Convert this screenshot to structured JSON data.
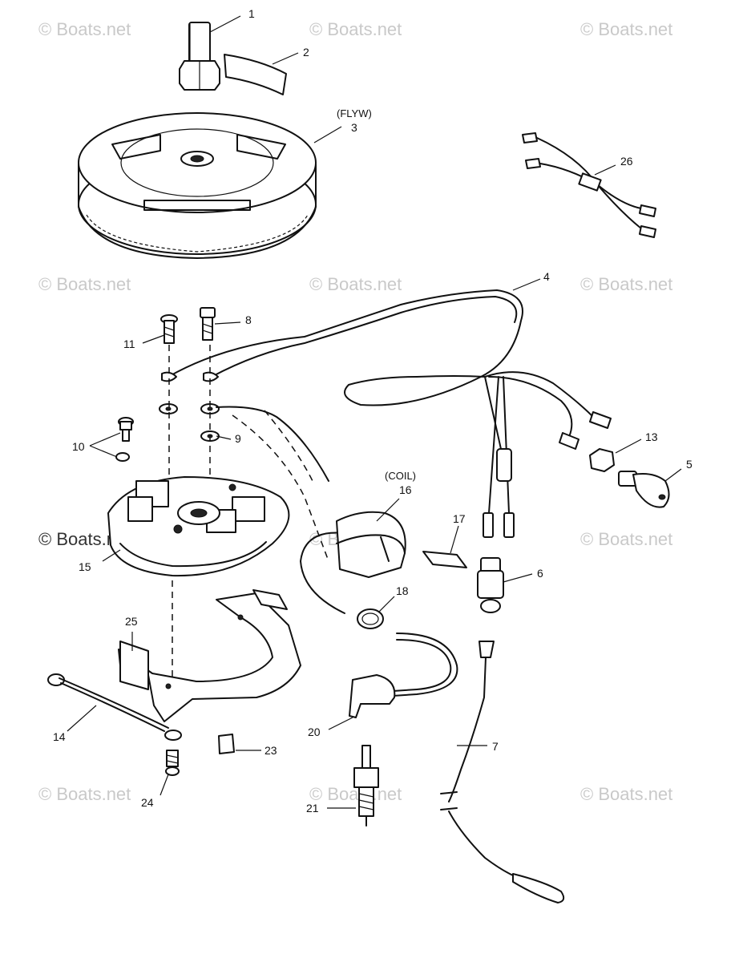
{
  "watermark": "© Boats.net",
  "labels": {
    "p1": "1",
    "p2": "2",
    "p3": "3",
    "p3_name": "(FLYW)",
    "p4": "4",
    "p5": "5",
    "p6": "6",
    "p7": "7",
    "p8": "8",
    "p9": "9",
    "p10": "10",
    "p11": "11",
    "p13": "13",
    "p14": "14",
    "p15": "15",
    "p16": "16",
    "p16_name": "(COIL)",
    "p17": "17",
    "p18": "18",
    "p20": "20",
    "p21": "21",
    "p23": "23",
    "p24": "24",
    "p25": "25",
    "p26": "26"
  }
}
